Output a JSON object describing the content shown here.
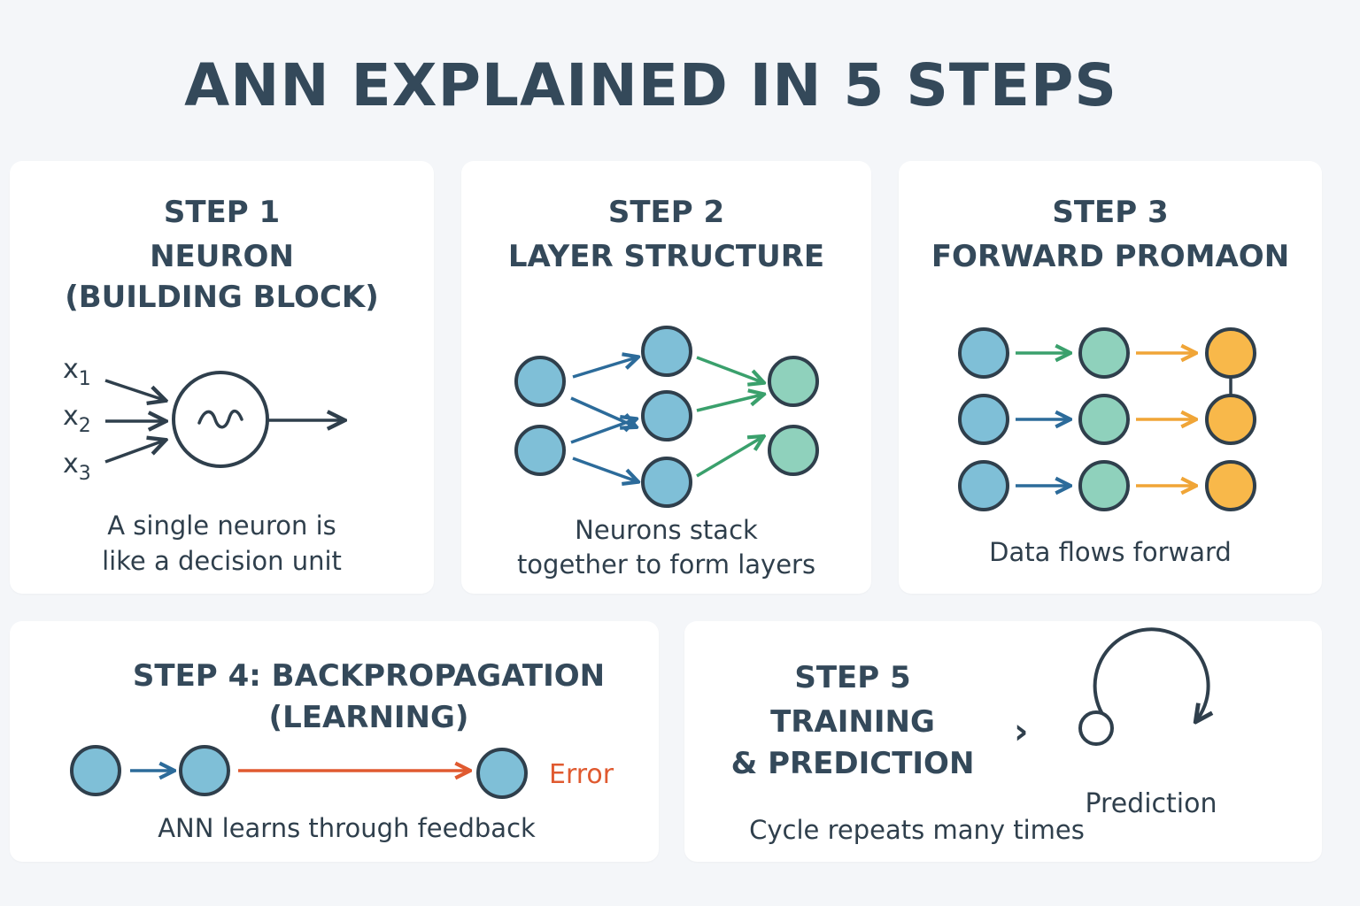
{
  "title": "ANN EXPLAINED IN 5 STEPS",
  "colors": {
    "blue": "#7fbfd7",
    "teal": "#8fd1bc",
    "orange": "#f8b84a",
    "dark": "#2f3f4c",
    "arrow_blue": "#2c6b9a",
    "arrow_green": "#3aa06c",
    "arrow_orange": "#f0a537",
    "error_red": "#e05a30"
  },
  "step1": {
    "line1": "STEP 1",
    "line2": "NEURON",
    "line3": "(BUILDING BLOCK)",
    "inputs": [
      "x",
      "x",
      "x"
    ],
    "subscripts": [
      "1",
      "2",
      "3"
    ],
    "caption_line1": "A single neuron is",
    "caption_line2": "like a decision unit"
  },
  "step2": {
    "line1": "STEP 2",
    "line2": "LAYER STRUCTURE",
    "caption_line1": "Neurons stack",
    "caption_line2": "together to form layers"
  },
  "step3": {
    "line1": "STEP 3",
    "line2": "FORWARD PROMAON",
    "caption": "Data flows forward"
  },
  "step4": {
    "line1": "STEP 4:  BACKPROPAGATION",
    "line2": "(LEARNING)",
    "error_label": "Error",
    "caption": "ANN learns through feedback"
  },
  "step5": {
    "line1": "STEP 5",
    "line2": "TRAINING",
    "line3": "& PREDICTION",
    "chevron": "›",
    "prediction_label": "Prediction",
    "caption": "Cycle repeats many times"
  }
}
